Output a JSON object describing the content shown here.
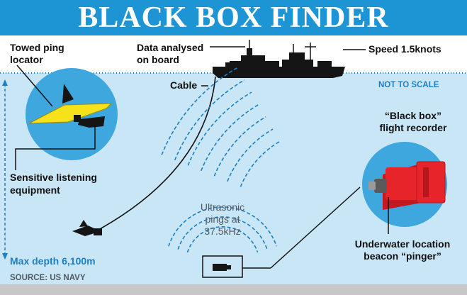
{
  "title": "BLACK BOX FINDER",
  "labels": {
    "towed_locator": [
      "Towed ping",
      "locator"
    ],
    "data_analysed": [
      "Data analysed",
      "on board"
    ],
    "speed": "Speed 1.5knots",
    "not_to_scale": "NOT TO SCALE",
    "cable": "Cable",
    "black_box": [
      "“Black box”",
      "flight recorder"
    ],
    "listening": [
      "Sensitive listening",
      "equipment"
    ],
    "pings": [
      "Ultrasonic",
      "pings at",
      "37.5kHz"
    ],
    "max_depth": "Max depth 6,100m",
    "beacon": [
      "Underwater location",
      "beacon “pinger”"
    ],
    "source": "SOURCE: US NAVY"
  },
  "colors": {
    "title_bg": "#1d95d4",
    "sea": "#c9e6f7",
    "circle": "#3ea7de",
    "locator_yellow": "#f6e11a",
    "recorder_red": "#e8242b",
    "ping_lines": "#1d7fc4"
  }
}
